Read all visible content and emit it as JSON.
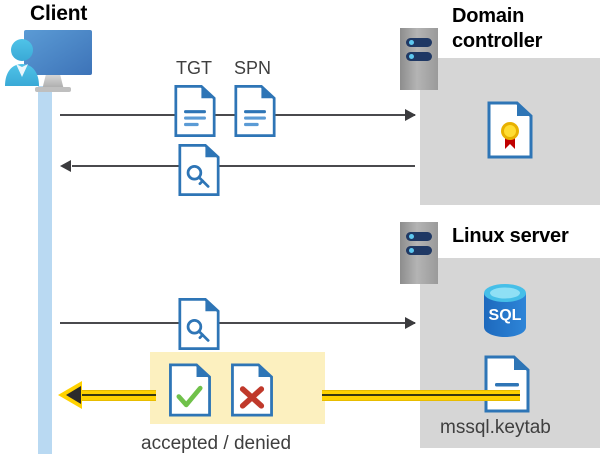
{
  "diagram": {
    "title_client": "Client",
    "title_domain_controller": "Domain\ncontroller",
    "title_domain_controller_line1": "Domain",
    "title_domain_controller_line2": "controller",
    "title_linux_server": "Linux server",
    "labels": {
      "tgt": "TGT",
      "spn": "SPN",
      "keytab_file": "mssql.keytab",
      "result": "accepted / denied",
      "sql_icon_text": "SQL"
    },
    "icons": {
      "client": "user-computer-icon",
      "server_rack": "server-rack-icon",
      "tgt_document": "document-icon",
      "spn_document": "document-icon",
      "key_document": "document-key-icon",
      "certificate_document": "certificate-icon",
      "sql_database": "sql-database-icon",
      "keytab_document": "document-icon",
      "accepted_document": "document-check-icon",
      "denied_document": "document-cross-icon"
    },
    "flows": [
      {
        "name": "client-to-dc-request",
        "direction": "right",
        "from": "Client",
        "to": "Domain controller",
        "carries": [
          "TGT",
          "SPN"
        ]
      },
      {
        "name": "dc-to-client-response",
        "direction": "left",
        "from": "Domain controller",
        "to": "Client",
        "carries": [
          "key-document"
        ]
      },
      {
        "name": "client-to-linux-request",
        "direction": "right",
        "from": "Client",
        "to": "Linux server",
        "carries": [
          "key-document"
        ]
      },
      {
        "name": "linux-to-client-result",
        "direction": "left",
        "from": "Linux server",
        "to": "Client",
        "carries": [
          "accepted / denied"
        ]
      }
    ],
    "colors": {
      "panel_gray": "#d6d6d6",
      "lifeline_blue": "#b9d9f2",
      "highlight_yellow": "#fcf0bf",
      "gold_arrow": "#ffd200",
      "doc_blue": "#2e75b6",
      "sql_blue": "#1f6fc4",
      "check_green": "#70c14a",
      "cross_red": "#c0392b",
      "cert_gold": "#f5c518",
      "line_gray": "#4a4a4d"
    }
  }
}
